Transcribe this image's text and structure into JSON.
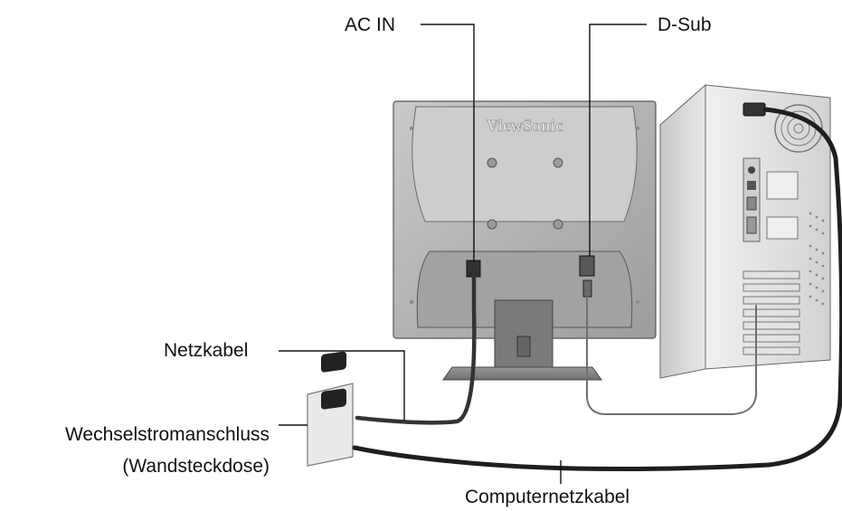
{
  "labels": {
    "ac_in": "AC IN",
    "d_sub": "D-Sub",
    "netzkabel": "Netzkabel",
    "wechselstrom_line1": "Wechselstromanschluss",
    "wechselstrom_line2": "(Wandsteckdose)",
    "computernetzkabel": "Computernetzkabel"
  },
  "monitor": {
    "brand": "ViewSonic"
  },
  "colors": {
    "outline": "#555555",
    "cable": "#2a2a2a",
    "monitor_body": "#b5b5b5",
    "monitor_shade": "#8e8e8e",
    "tower_body": "#dcdcdc"
  }
}
